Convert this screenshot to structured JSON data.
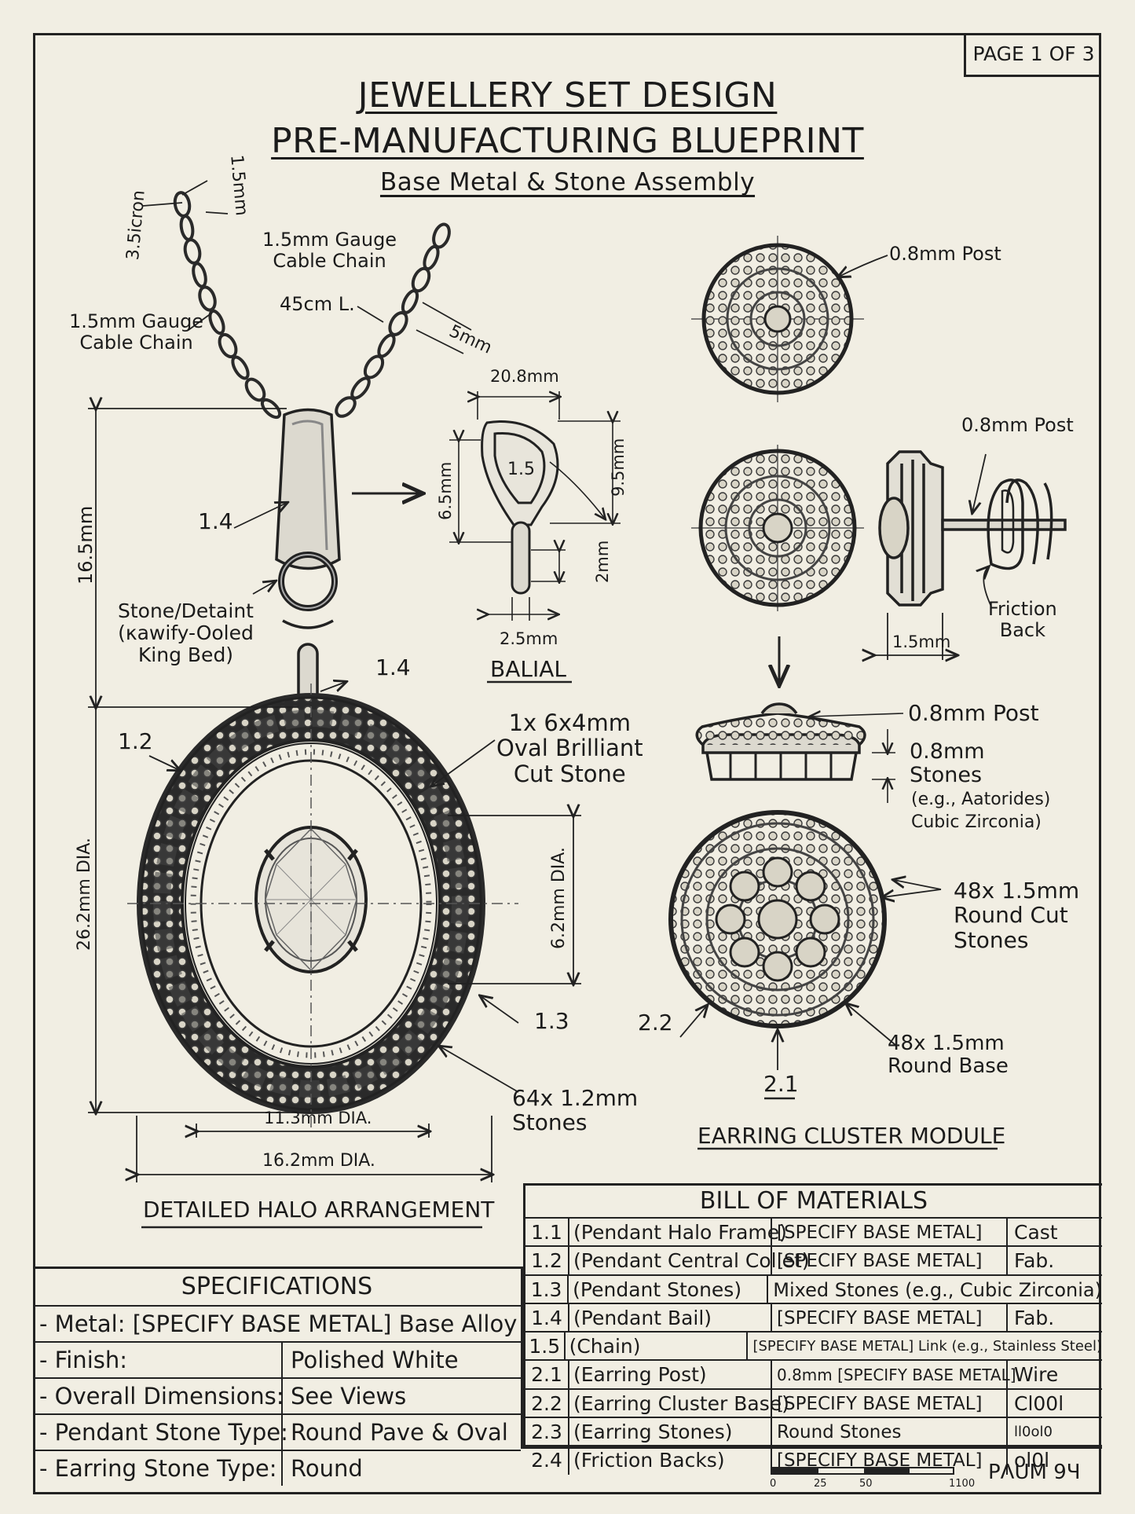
{
  "page_label": "PAGE 1 OF 3",
  "title_line1": "JEWELLERY SET DESIGN",
  "title_line2": "PRE-MANUFACTURING BLUEPRINT",
  "subtitle": "Base Metal & Stone Assembly",
  "labels": {
    "chain_gauge_top": "1.5mm Gauge\nCable Chain",
    "chain_gauge_left": "1.5mm Gauge\nCable Chain",
    "chain_length": "45cm L.",
    "dim_3_5": "3.5icron",
    "dim_1_5": "1.5mm",
    "dim_5mm": "5mm",
    "dim_16_5": "16.5mm",
    "callout_1_4_top": "1.4",
    "stone_detaint": "Stone/Detaint\n(κawify-Ooled\nKing Bed)",
    "callout_1_4_mid": "1.4",
    "callout_1_2": "1.2",
    "center_stone": "1x 6x4mm\nOval Brilliant\nCut Stone",
    "dim_26_2": "26.2mm DIA.",
    "dim_6_2": "6.2mm DIA.",
    "callout_1_3": "1.3",
    "halo_stones": "64x 1.2mm\nStones",
    "dim_11_3": "11.3mm DIA.",
    "dim_16_2": "16.2mm DIA.",
    "halo_caption": "DETAILED HALO ARRANGEMENT",
    "bail_dim_20_8": "20.8mm",
    "bail_dim_1_5": "1.5",
    "bail_dim_6_5": "6.5mm",
    "bail_dim_9_5": "9.5mm",
    "bail_dim_2mm": "2mm",
    "bail_dim_2_5": "2.5mm",
    "bail_caption": "BALIAL",
    "post_top": "0.8mm Post",
    "post_side": "0.8mm Post",
    "friction_back": "Friction\nBack",
    "dim_1_5_side": "1.5mm",
    "post_profile": "0.8mm Post",
    "stones_profile_title": "0.8mm\nStones",
    "stones_profile_sub": "(e.g., Aatorides)\nCubic Zirconia)",
    "round_cut": "48x 1.5mm\nRound Cut\nStones",
    "callout_2_2": "2.2",
    "round_base": "48x 1.5mm\nRound Base",
    "callout_2_1": "2.1",
    "earring_caption": "EARRING CLUSTER MODULE"
  },
  "specifications": {
    "heading": "SPECIFICATIONS",
    "metal": "- Metal: [SPECIFY BASE METAL] Base Alloy",
    "rows": [
      {
        "key": "- Finish:",
        "value": "Polished White"
      },
      {
        "key": "- Overall Dimensions:",
        "value": "See Views"
      },
      {
        "key": "- Pendant Stone Type:",
        "value": "Round Pave & Oval"
      },
      {
        "key": "- Earring Stone Type:",
        "value": "Round"
      }
    ]
  },
  "bill_of_materials": {
    "heading": "BILL OF MATERIALS",
    "rows": [
      {
        "id": "1.1",
        "part": "(Pendant Halo Frame)",
        "material": "[SPECIFY BASE METAL]",
        "process": "Cast"
      },
      {
        "id": "1.2",
        "part": "(Pendant Central Collet)",
        "material": "[SPECIFY BASE METAL]",
        "process": "Fab."
      },
      {
        "id": "1.3",
        "part": "(Pendant Stones)",
        "material": "Mixed Stones (e.g., Cubic Zirconia)",
        "process": ""
      },
      {
        "id": "1.4",
        "part": "(Pendant Bail)",
        "material": "[SPECIFY BASE METAL]",
        "process": "Fab."
      },
      {
        "id": "1.5",
        "part": "(Chain)",
        "material": "[SPECIFY BASE METAL] Link (e.g., Stainless Steel)",
        "process": ""
      },
      {
        "id": "2.1",
        "part": "(Earring Post)",
        "material": "0.8mm [SPECIFY BASE METAL]",
        "process": "Wire"
      },
      {
        "id": "2.2",
        "part": "(Earring Cluster Base)",
        "material": "[SPECIFY BASE METAL]",
        "process": "Cl00l"
      },
      {
        "id": "2.3",
        "part": "(Earring Stones)",
        "material": "Round Stones",
        "process": "ll0ol0"
      },
      {
        "id": "2.4",
        "part": "(Friction Backs)",
        "material": "[SPECIFY BASE METAL]",
        "process": "ol0l"
      }
    ]
  },
  "scale_bar": {
    "ticks": [
      "0",
      "25",
      "50",
      "1100"
    ],
    "label": "PΛUM 9Ч"
  }
}
